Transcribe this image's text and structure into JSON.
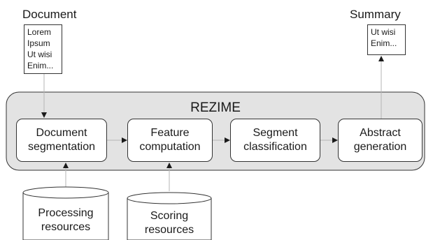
{
  "input": {
    "caption": "Document",
    "lines": [
      "Lorem",
      "Ipsum",
      "Ut wisi",
      "Enim..."
    ]
  },
  "output": {
    "caption": "Summary",
    "lines": [
      "Ut wisi",
      "Enim..."
    ]
  },
  "system": {
    "title": "REZIME"
  },
  "stages": [
    {
      "lines": [
        "Document",
        "segmentation"
      ]
    },
    {
      "lines": [
        "Feature",
        "computation"
      ]
    },
    {
      "lines": [
        "Segment",
        "classification"
      ]
    },
    {
      "lines": [
        "Abstract",
        "generation"
      ]
    }
  ],
  "resources": [
    {
      "lines": [
        "Processing",
        "resources"
      ]
    },
    {
      "lines": [
        "Scoring",
        "resources"
      ]
    }
  ],
  "colors": {
    "system_fill": "#e3e3e3",
    "stroke": "#333333",
    "faint_arrow": "#b5b5b5"
  }
}
